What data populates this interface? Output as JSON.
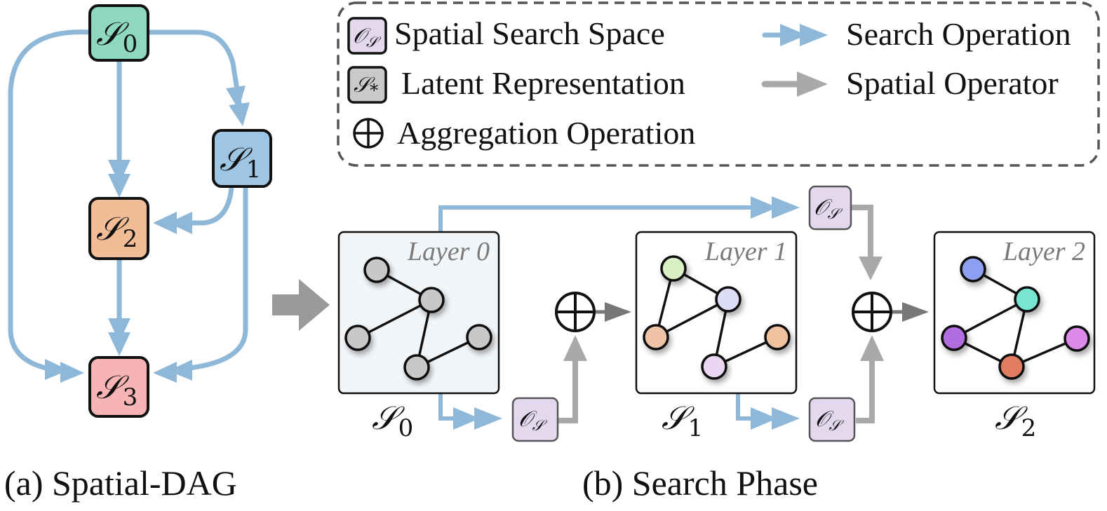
{
  "colors": {
    "search_edge": "#8fb8d8",
    "operator_edge": "#a9a9a9",
    "node_s0": "#8fd8c0",
    "node_s1": "#9ec6e4",
    "node_s2": "#f2bc96",
    "node_s3": "#f7b4b4",
    "os_box": "#e3d8ee",
    "latent_box": "#c9c9c9"
  },
  "panel_a": {
    "nodes": [
      {
        "id": "s0",
        "sym": "𝒮",
        "sub": "0"
      },
      {
        "id": "s1",
        "sym": "𝒮",
        "sub": "1"
      },
      {
        "id": "s2",
        "sym": "𝒮",
        "sub": "2"
      },
      {
        "id": "s3",
        "sym": "𝒮",
        "sub": "3"
      }
    ],
    "caption": "(a) Spatial-DAG"
  },
  "legend": {
    "spatial_search_space": {
      "sym": "𝒪",
      "sub": "𝒮",
      "label": "Spatial Search Space"
    },
    "latent_representation": {
      "sym": "𝒮",
      "sub": "*",
      "label": "Latent Representation"
    },
    "aggregation_operation": {
      "sym": "⊕",
      "label": "Aggregation Operation"
    },
    "search_operation": {
      "label": "Search Operation"
    },
    "spatial_operator": {
      "label": "Spatial Operator"
    }
  },
  "panel_b": {
    "layers": [
      {
        "title": "Layer 0",
        "sym": "𝒮",
        "sub": "0",
        "node_colors": [
          "#c8c8c8",
          "#c8c8c8",
          "#c8c8c8",
          "#c8c8c8",
          "#c8c8c8"
        ]
      },
      {
        "title": "Layer 1",
        "sym": "𝒮",
        "sub": "1",
        "node_colors": [
          "#d8f0c4",
          "#dcdcf7",
          "#f0c2a8",
          "#f0c2a0",
          "#ead6f0"
        ]
      },
      {
        "title": "Layer 2",
        "sym": "𝒮",
        "sub": "2",
        "node_colors": [
          "#8c9ff0",
          "#78e4d2",
          "#b06ee0",
          "#e07c60",
          "#dc8ce8"
        ]
      }
    ],
    "os_label": {
      "sym": "𝒪",
      "sub": "𝒮"
    },
    "aggregate_symbol": "⊕",
    "caption": "(b) Search Phase"
  }
}
